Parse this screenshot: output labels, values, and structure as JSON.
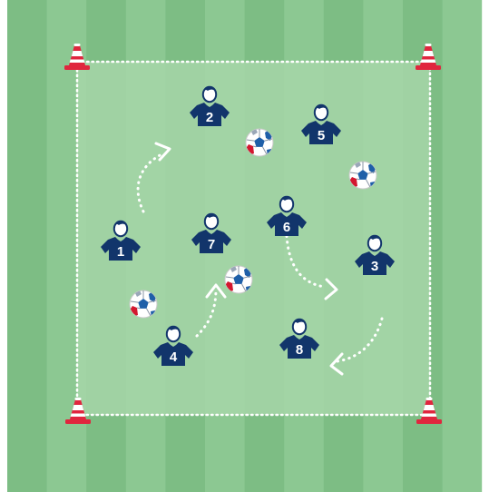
{
  "colors": {
    "grass_dark": "#7dbd84",
    "grass_light": "#8cc892",
    "area": "#a6d6a8",
    "line": "#ffffff",
    "jersey": "#12356b",
    "cone_red": "#e0263e",
    "ball_blue": "#1f5fa8",
    "ball_red": "#d3172f"
  },
  "players": [
    {
      "number": "1",
      "icon": "player-icon"
    },
    {
      "number": "2",
      "icon": "player-icon"
    },
    {
      "number": "3",
      "icon": "player-icon"
    },
    {
      "number": "4",
      "icon": "player-icon"
    },
    {
      "number": "5",
      "icon": "player-icon"
    },
    {
      "number": "6",
      "icon": "player-icon"
    },
    {
      "number": "7",
      "icon": "player-icon"
    },
    {
      "number": "8",
      "icon": "player-icon"
    }
  ],
  "balls": [
    {
      "icon": "soccer-ball-icon"
    },
    {
      "icon": "soccer-ball-icon"
    },
    {
      "icon": "soccer-ball-icon"
    },
    {
      "icon": "soccer-ball-icon"
    }
  ],
  "cones": [
    {
      "icon": "cone-icon"
    },
    {
      "icon": "cone-icon"
    },
    {
      "icon": "cone-icon"
    },
    {
      "icon": "cone-icon"
    }
  ],
  "movement_arrows": [
    {
      "icon": "curved-arrow-icon"
    },
    {
      "icon": "curved-arrow-icon"
    },
    {
      "icon": "curved-arrow-icon"
    },
    {
      "icon": "curved-arrow-icon"
    }
  ]
}
